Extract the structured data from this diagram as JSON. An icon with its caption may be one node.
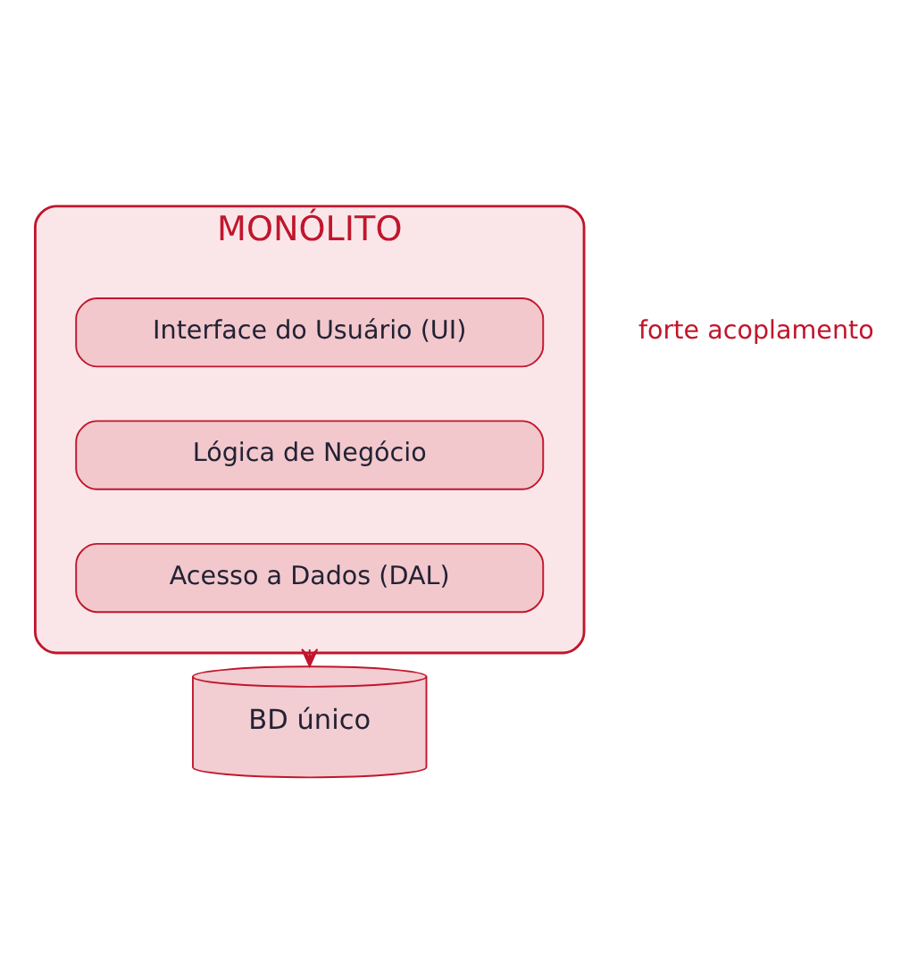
{
  "diagram": {
    "nodes": [
      {
        "text": [
          "MONÓLITO"
        ]
      },
      {
        "text": [
          "Interface do Usuário (UI)"
        ],
        "in": 0
      },
      {
        "text": [
          "Lógica de Negócio"
        ],
        "in": 0
      },
      {
        "text": [
          "Acesso a Dados (DAL)"
        ],
        "in": 0
      },
      {
        "text": [
          "BD único"
        ]
      }
    ],
    "edges": [
      {
        "from": 0,
        "to": 4,
        "arrow": "to"
      }
    ],
    "labels": [
      "forte acoplamento"
    ]
  }
}
